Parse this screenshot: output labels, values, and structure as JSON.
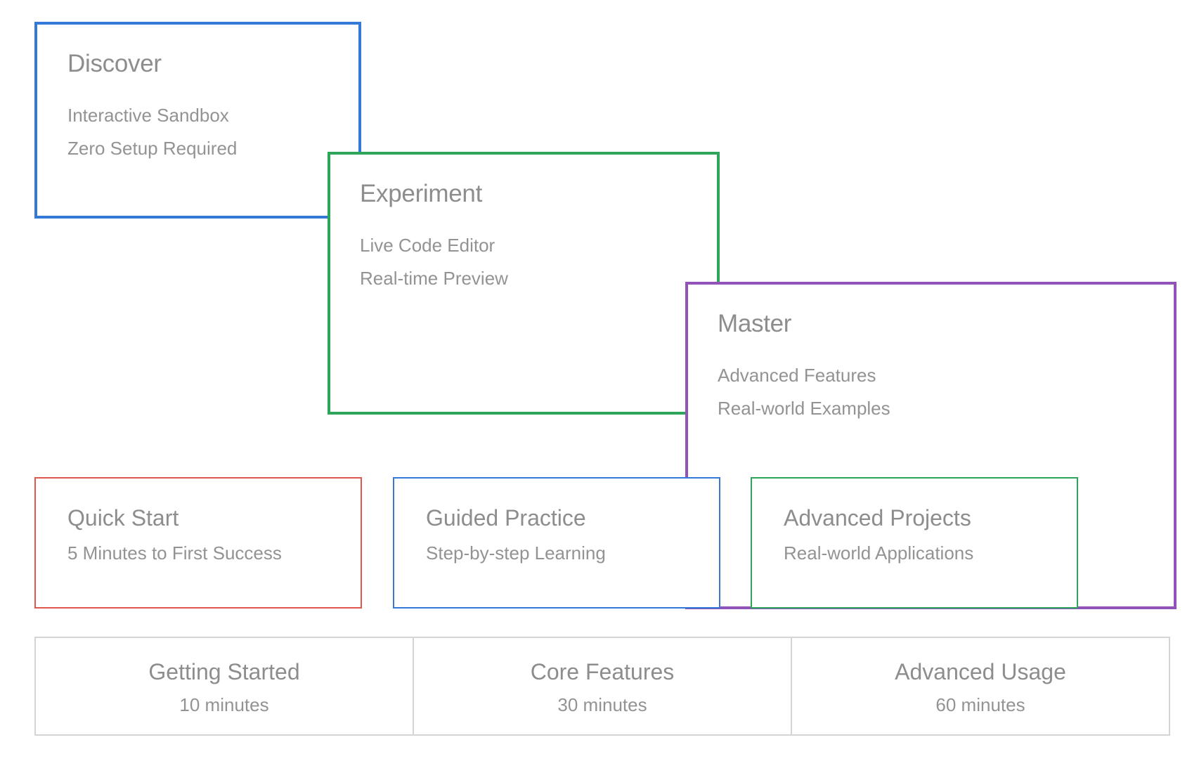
{
  "stages": [
    {
      "id": "discover",
      "title": "Discover",
      "lines": [
        "Interactive Sandbox",
        "Zero Setup Required"
      ],
      "color": "#3478d8"
    },
    {
      "id": "experiment",
      "title": "Experiment",
      "lines": [
        "Live Code Editor",
        "Real-time Preview"
      ],
      "color": "#2ea55a"
    },
    {
      "id": "master",
      "title": "Master",
      "lines": [
        "Advanced Features",
        "Real-world Examples"
      ],
      "color": "#9153b8"
    }
  ],
  "tracks": [
    {
      "id": "quick-start",
      "title": "Quick Start",
      "subtitle": "5 Minutes to First Success",
      "color": "#e0574b"
    },
    {
      "id": "guided-practice",
      "title": "Guided Practice",
      "subtitle": "Step-by-step Learning",
      "color": "#3478d8"
    },
    {
      "id": "advanced-projects",
      "title": "Advanced Projects",
      "subtitle": "Real-world Applications",
      "color": "#2ea55a"
    }
  ],
  "timeline": [
    {
      "title": "Getting Started",
      "duration": "10 minutes"
    },
    {
      "title": "Core Features",
      "duration": "30 minutes"
    },
    {
      "title": "Advanced Usage",
      "duration": "60 minutes"
    }
  ]
}
